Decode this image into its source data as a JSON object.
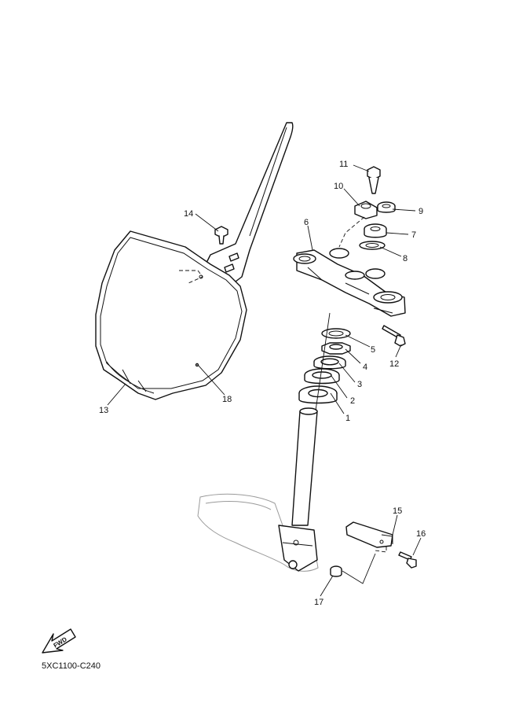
{
  "diagram_code": "5XC1100-C240",
  "fwd_label": "FWD",
  "callouts": [
    {
      "number": "1"
    },
    {
      "number": "2"
    },
    {
      "number": "3"
    },
    {
      "number": "4"
    },
    {
      "number": "5"
    },
    {
      "number": "6"
    },
    {
      "number": "7"
    },
    {
      "number": "8"
    },
    {
      "number": "9"
    },
    {
      "number": "10"
    },
    {
      "number": "11"
    },
    {
      "number": "12"
    },
    {
      "number": "13"
    },
    {
      "number": "14"
    },
    {
      "number": "15"
    },
    {
      "number": "16"
    },
    {
      "number": "17"
    },
    {
      "number": "18"
    }
  ],
  "colors": {
    "line": "#111111",
    "background": "#ffffff",
    "ghost": "#9a9a9a"
  }
}
